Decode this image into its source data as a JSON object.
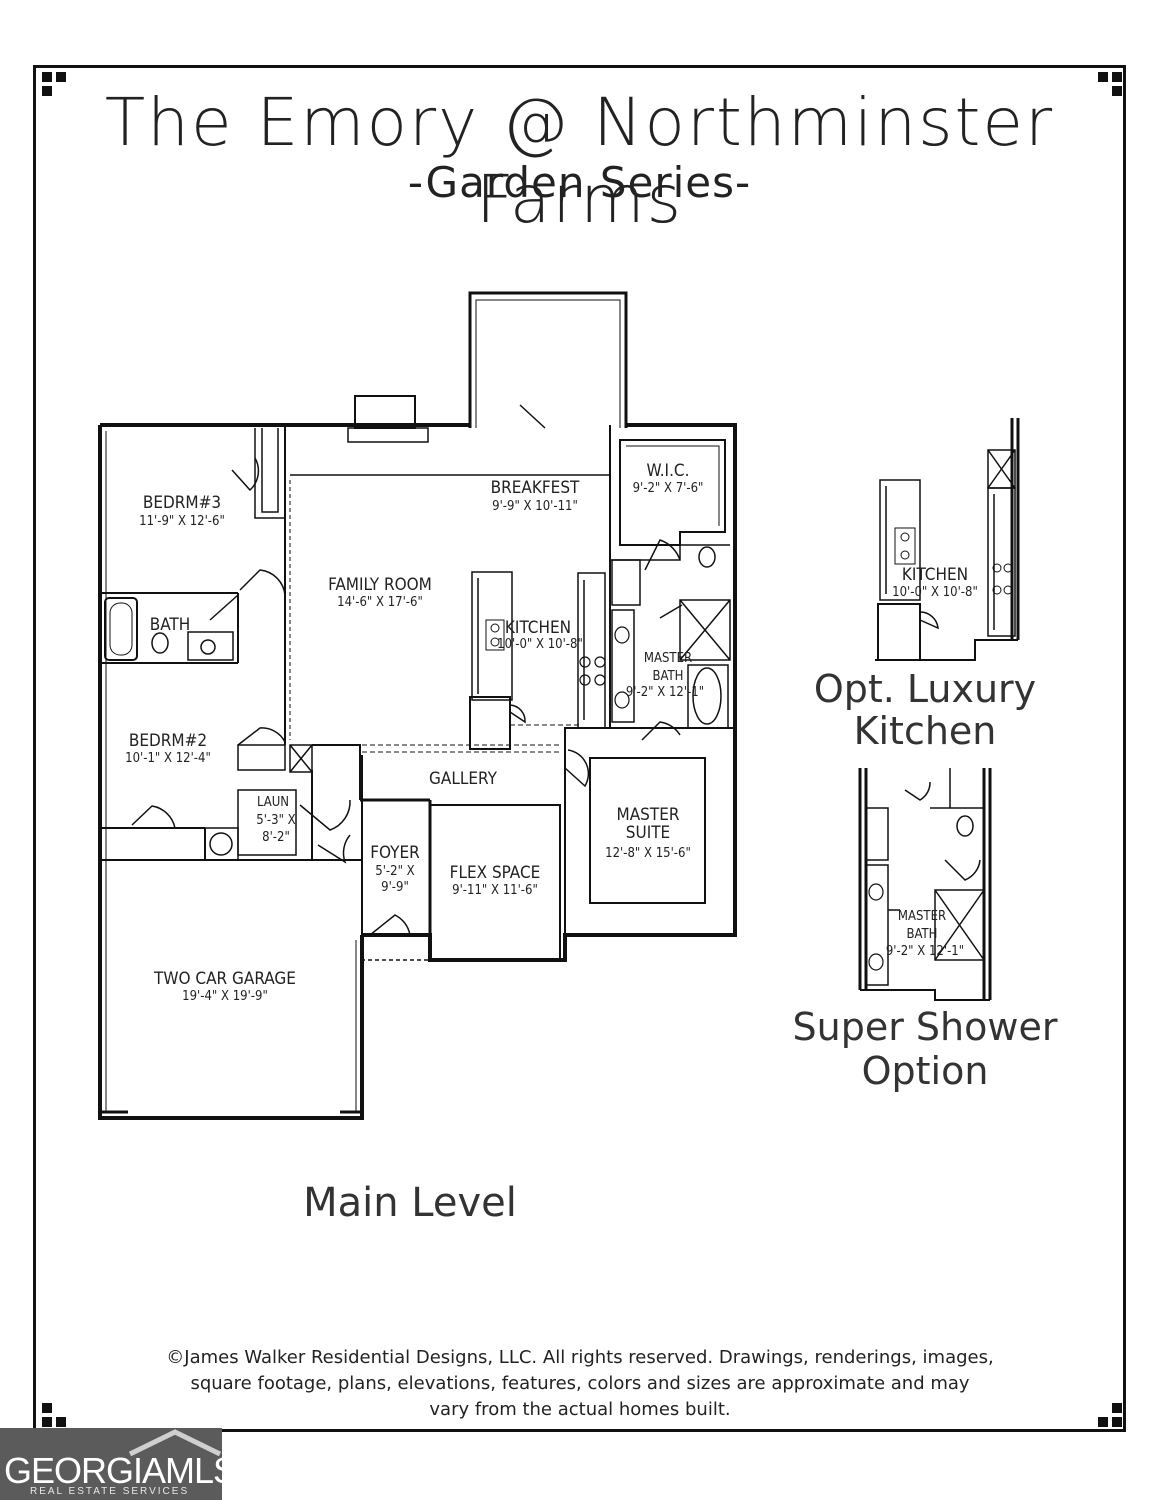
{
  "title": "The Emory @ Northminster Farms",
  "subtitle": "-Garden Series-",
  "rooms": {
    "bedroom3": {
      "name": "BEDRM#3",
      "dim": "11'-9\" X 12'-6\""
    },
    "bath": {
      "name": "BATH"
    },
    "bedroom2": {
      "name": "BEDRM#2",
      "dim": "10'-1\" X 12'-4\""
    },
    "laundry": {
      "name": "LAUN",
      "dim1": "5'-3\" X",
      "dim2": "8'-2\""
    },
    "family": {
      "name": "FAMILY ROOM",
      "dim": "14'-6\" X 17'-6\""
    },
    "breakfast": {
      "name": "BREAKFEST",
      "dim": "9'-9\" X 10'-11\""
    },
    "kitchen": {
      "name": "KITCHEN",
      "dim": "10'-0\" X 10'-8\""
    },
    "wic": {
      "name": "W.I.C.",
      "dim": "9'-2\" X 7'-6\""
    },
    "master_bath": {
      "name1": "MASTER",
      "name2": "BATH",
      "dim": "9'-2\" X 12'-1\""
    },
    "gallery": {
      "name": "GALLERY"
    },
    "master_suite": {
      "name1": "MASTER",
      "name2": "SUITE",
      "dim": "12'-8\" X 15'-6\""
    },
    "foyer": {
      "name": "FOYER",
      "dim1": "5'-2\" X",
      "dim2": "9'-9\""
    },
    "flex": {
      "name": "FLEX SPACE",
      "dim": "9'-11\" X 11'-6\""
    },
    "garage": {
      "name": "TWO CAR GARAGE",
      "dim": "19'-4\" X 19'-9\""
    }
  },
  "options": {
    "kitchen": {
      "name": "KITCHEN",
      "dim": "10'-0\" X 10'-8\"",
      "caption1": "Opt. Luxury",
      "caption2": "Kitchen"
    },
    "shower": {
      "name1": "MASTER",
      "name2": "BATH",
      "dim": "9'-2\" X 12'-1\"",
      "caption1": "Super Shower",
      "caption2": "Option"
    }
  },
  "level_label": "Main Level",
  "copyright": {
    "line1": "©James Walker Residential Designs, LLC. All rights reserved. Drawings, renderings, images,",
    "line2": "square footage, plans, elevations, features, colors and sizes are approximate and may",
    "line3": "vary from the actual homes built."
  },
  "watermark": {
    "name": "GEORGIAMLS",
    "sub": "REAL ESTATE SERVICES"
  }
}
